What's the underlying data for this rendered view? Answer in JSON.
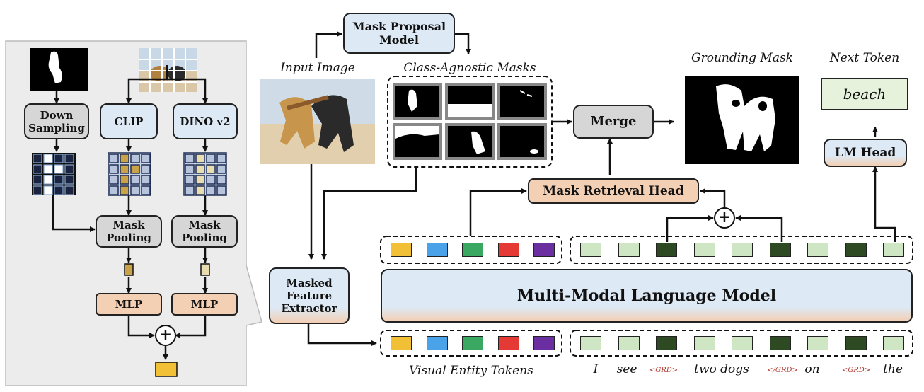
{
  "left_panel": {
    "down_sampling": "Down\nSampling",
    "clip": "CLIP",
    "dino": "DINO v2",
    "mask_pooling_1": "Mask\nPooling",
    "mask_pooling_2": "Mask\nPooling",
    "mlp_1": "MLP",
    "mlp_2": "MLP",
    "plus": "+"
  },
  "mask_proposal_model": "Mask Proposal\nModel",
  "input_image_label": "Input Image",
  "class_agnostic_label": "Class-Agnostic Masks",
  "grounding_mask_label": "Grounding Mask",
  "next_token_label": "Next Token",
  "next_token_value": "beach",
  "merge": "Merge",
  "lm_head": "LM Head",
  "mask_retrieval_head": "Mask Retrieval Head",
  "masked_feature_extractor": "Masked\nFeature\nExtractor",
  "mllm": "Multi-Modal Language Model",
  "plus": "+",
  "visual_entity_tokens_label": "Visual Entity Tokens",
  "entity_token_colors": [
    "#f2c037",
    "#4aa3e8",
    "#3aa860",
    "#e53935",
    "#6a2ea0"
  ],
  "text_tokens_top_colors": [
    "#cfe6c4",
    "#cfe6c4",
    "#2d4a22",
    "#cfe6c4",
    "#cfe6c4",
    "#2d4a22",
    "#cfe6c4",
    "#2d4a22",
    "#cfe6c4"
  ],
  "text_tokens_bottom_colors": [
    "#cfe6c4",
    "#cfe6c4",
    "#2d4a22",
    "#cfe6c4",
    "#cfe6c4",
    "#2d4a22",
    "#cfe6c4",
    "#2d4a22",
    "#cfe6c4"
  ],
  "sentence": [
    {
      "text": "I",
      "style": "word"
    },
    {
      "text": "see",
      "style": "word"
    },
    {
      "text": "<GRD>",
      "style": "tag"
    },
    {
      "text": "two dogs",
      "style": "underline"
    },
    {
      "text": "</GRD>",
      "style": "tag"
    },
    {
      "text": "on",
      "style": "word"
    },
    {
      "text": "<GRD>",
      "style": "tag"
    },
    {
      "text": "the",
      "style": "underline"
    }
  ]
}
